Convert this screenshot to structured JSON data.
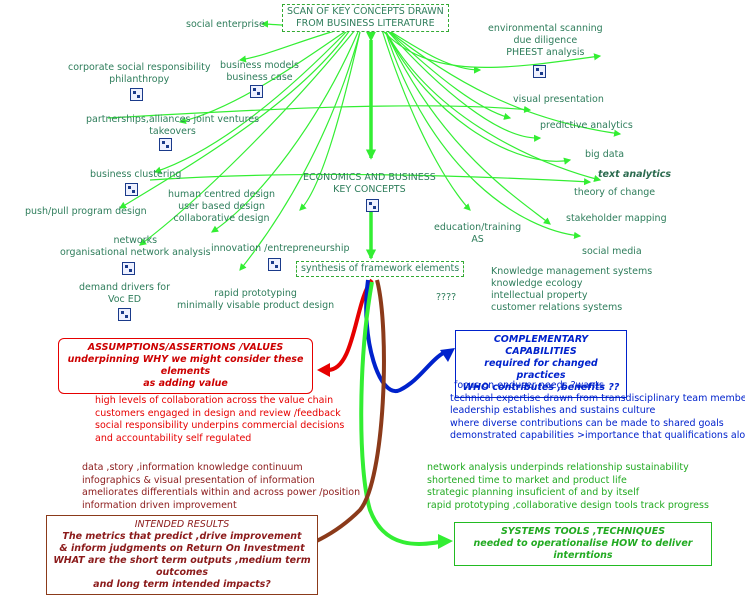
{
  "nodes": {
    "scan_line1": "SCAN OF KEY CONCEPTS DRAWN",
    "scan_line2": "FROM BUSINESS LITERATURE",
    "social_enterprise": "social enterprise",
    "csr_line1": "corporate social responsibility",
    "csr_line2": "philanthropy",
    "business_models_line1": "business models",
    "business_models_line2": "business case",
    "partnerships_line1": "partnerships,alliances joint ventures",
    "partnerships_line2": "takeovers",
    "business_clustering": "business clustering",
    "push_pull": "push/pull program design",
    "human_centred": "human centred design",
    "user_based": "user based design",
    "collaborative_design": "collaborative design",
    "networks_line1": "networks",
    "networks_line2": "organisational network analysis",
    "innovation": "innovation /entrepreneurship",
    "demand_drivers_line1": "demand drivers for",
    "demand_drivers_line2": "Voc ED",
    "rapid_line1": "rapid prototyping",
    "rapid_line2": "minimally visable product design",
    "env_line1": "environmental scanning",
    "env_line2": "due diligence",
    "env_line3": "PHEEST analysis",
    "visual_presentation": "visual presentation",
    "predictive_analytics": "predictive analytics",
    "big_data": "big data",
    "text_analytics": "text analytics",
    "theory_of_change": "theory of change",
    "stakeholder_mapping": "stakeholder mapping",
    "social_media": "social media",
    "education_line1": "education/training",
    "education_line2": "AS",
    "econ_line1": "ECONOMICS AND BUSINESS",
    "econ_line2": "KEY CONCEPTS",
    "synthesis": "synthesis of framework elements",
    "knowledge_list": [
      "Knowledge management systems",
      "knowledge ecology",
      "intellectual property",
      "customer relations systems"
    ],
    "question_marks": "????"
  },
  "boxes": {
    "assumptions_title": "ASSUMPTIONS/ASSERTIONS /VALUES",
    "assumptions_line2": "underpinning WHY we might consider these elements",
    "assumptions_line3": "as adding value",
    "complementary_title": "COMPLEMENTARY CAPABILITIES",
    "complementary_line2": "required for changed practices",
    "complementary_line3": "WHO contributes ,benefits ??",
    "intended_title": "INTENDED RESULTS",
    "intended_line2": "The metrics that predict ,drive improvement",
    "intended_line3": "& inform judgments on Return On Investment",
    "intended_line4": "WHAT are the short term outputs ,medium term outcomes",
    "intended_line5": "and long term intended impacts?",
    "systems_title": "SYSTEMS TOOLS ,TECHNIQUES",
    "systems_line2": "needed to operationalise HOW to deliver interntions"
  },
  "lists": {
    "red": [
      "high levels of collaboration across the value chain",
      "customers  engaged in design and review /feedback",
      "social responsibility underpins commercial decisions",
      "and accountability self regulated"
    ],
    "blue": [
      "focus on enduser needs ?wants",
      "technical expertise drawn from transdisciplinary team members",
      "leadership establishes and sustains culture",
      "where diverse contributions can be made to shared goals",
      "demonstrated capabilities >importance that qualifications alone"
    ],
    "brown": [
      "data ,story ,information knowledge continuum",
      "infographics & visual presentation of information",
      "  ameliorates  differentials within and across power /position",
      "information driven improvement"
    ],
    "green": [
      "network analysis underpinds relationship sustainability",
      "shortened time to market and product life",
      "strategic planning insuficient of and by itself",
      "rapid prototyping ,collaborative design tools track  progress"
    ]
  },
  "icons": [
    "map-icon",
    "map-icon",
    "map-icon",
    "map-icon",
    "map-icon",
    "map-icon",
    "map-icon",
    "map-icon",
    "map-icon",
    "map-icon"
  ],
  "colors": {
    "green_line": "#33ee33",
    "green_text": "#2e7d5b",
    "red": "#e60000",
    "blue": "#0022cc",
    "brown": "#8b3a1a",
    "lime_text": "#22aa22"
  }
}
